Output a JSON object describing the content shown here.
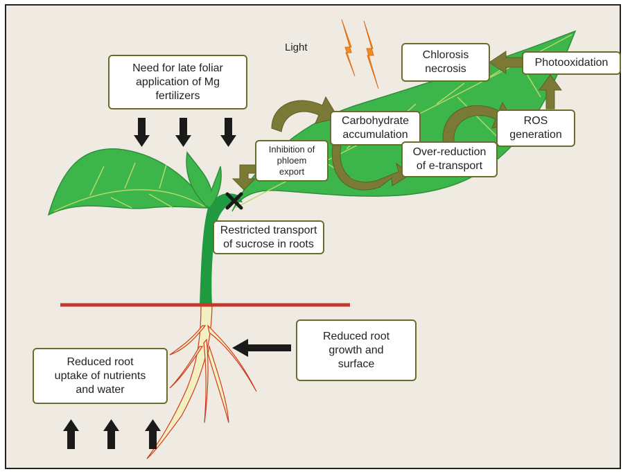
{
  "labels": {
    "light": "Light",
    "foliar": "Need for late foliar\napplication of Mg\nfertilizers",
    "chlorosis": "Chlorosis\nnecrosis",
    "photooxidation": "Photooxidation",
    "carbohydrate": "Carbohydrate\naccumulation",
    "ros": "ROS\ngeneration",
    "phloem": "Inhibition of\nphloem\nexport",
    "over_reduction": "Over-reduction\nof e-transport",
    "sucrose": "Restricted transport\nof sucrose in roots",
    "root_growth": "Reduced root\ngrowth and\nsurface",
    "root_uptake": "Reduced root\nuptake of nutrients\nand water"
  },
  "colors": {
    "leaf": "#3cb54a",
    "stem": "#1f9a3e",
    "root_fill": "#f2efc0",
    "root_outline": "#d23a1f",
    "soil_line": "#c0392b",
    "olive_arrow": "#7a7a36",
    "lightning": "#f28c1e",
    "box_border": "#6b6b2c"
  }
}
